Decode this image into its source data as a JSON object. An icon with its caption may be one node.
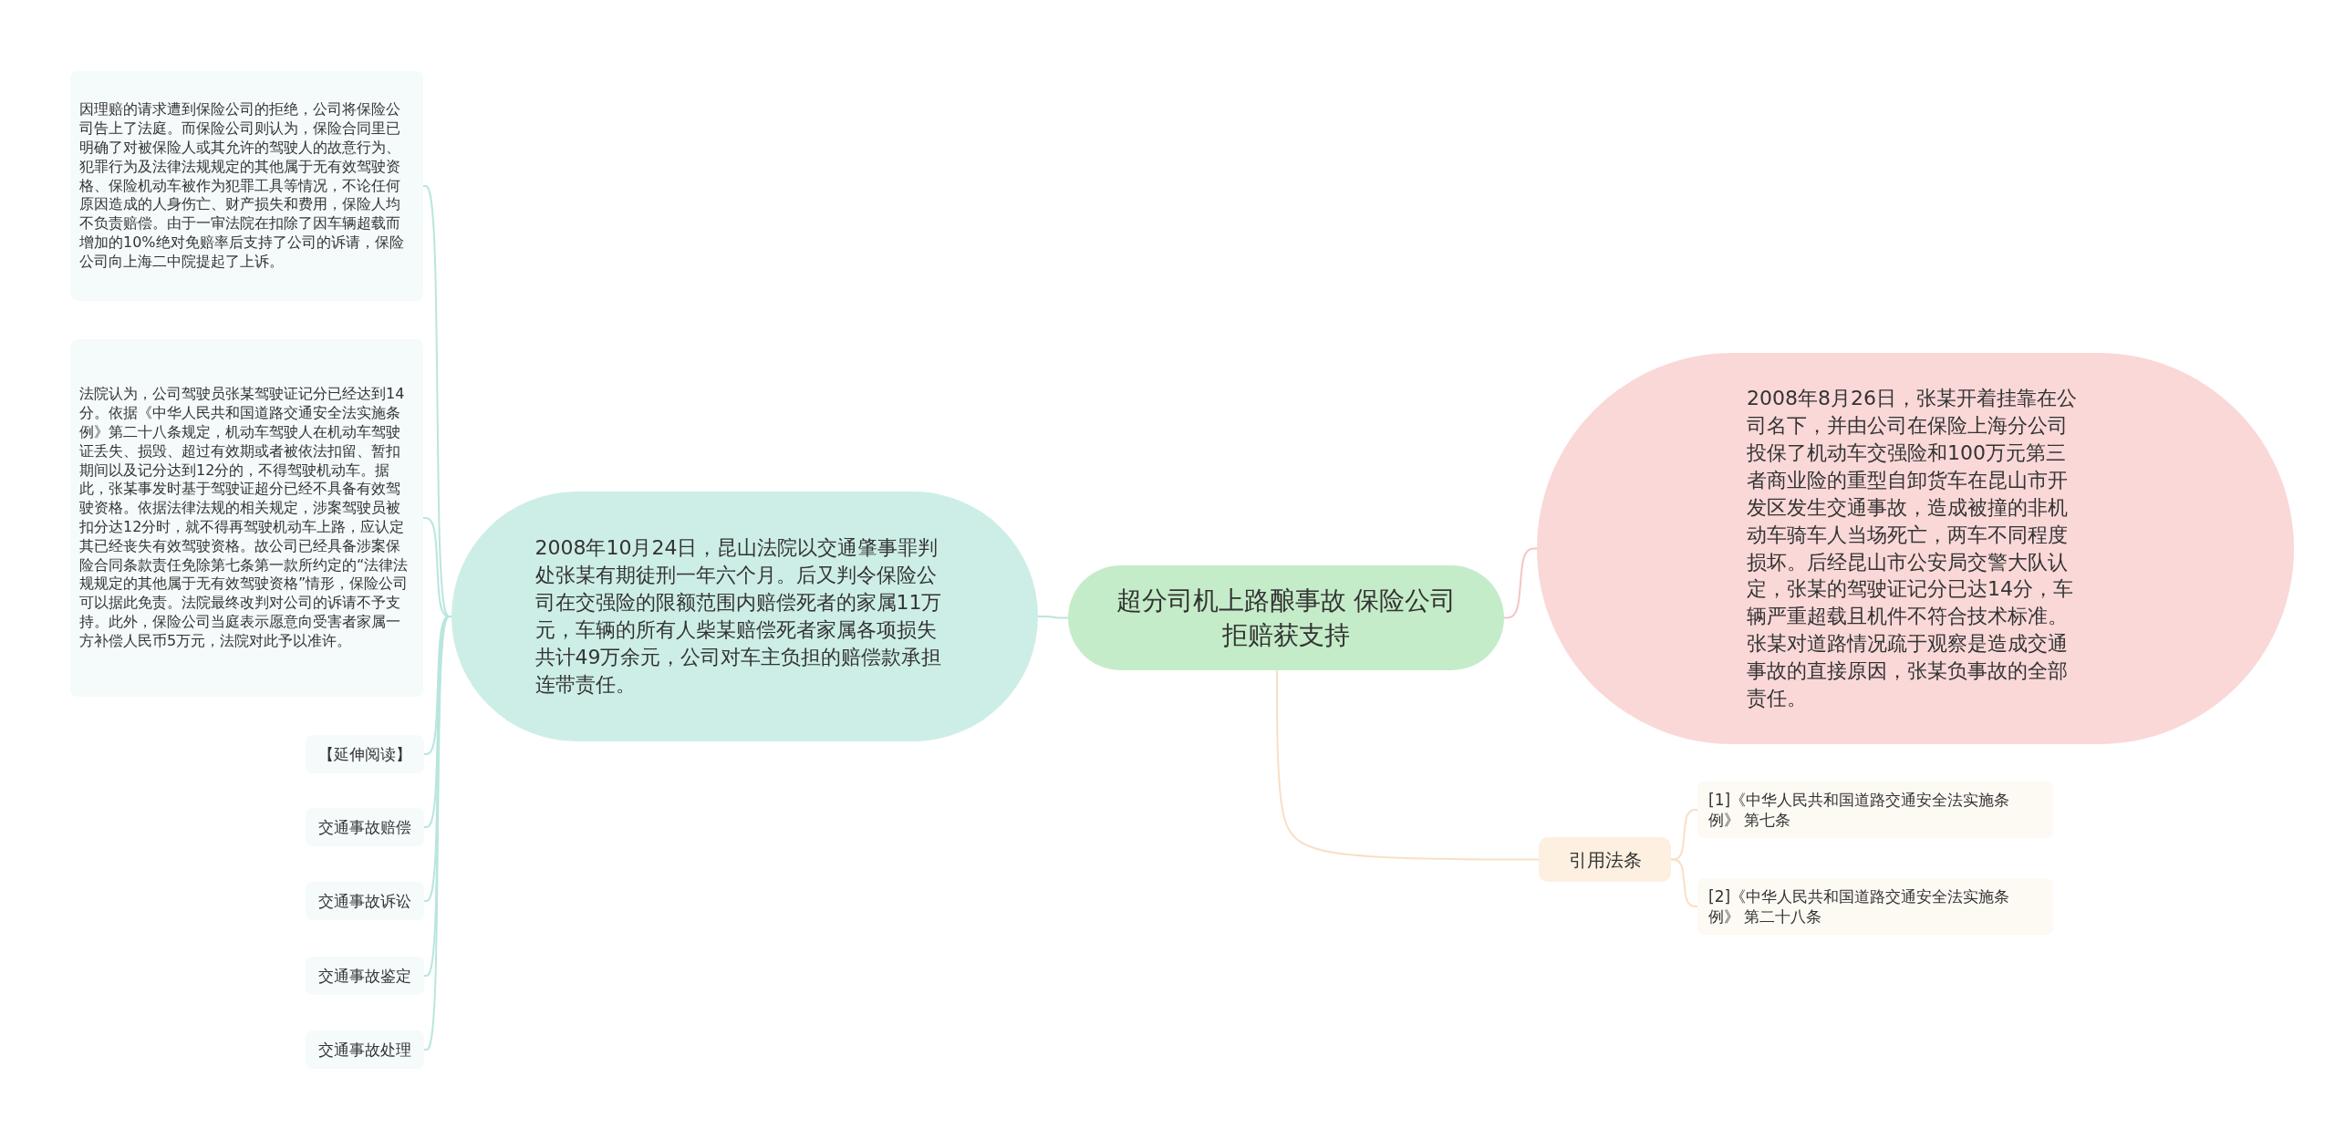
{
  "diagram": {
    "nodes": [
      {
        "text": [
          "超分司机上路酿事故 保险公司拒赔获支持"
        ]
      },
      {
        "text": [
          "2008年8月26日，张某开着挂靠在公司名下，并由公司在保险上海分公司投保了机动车交强险和100万元第三者商业险的重型自卸货车在昆山市开发区发生交通事故，造成被撞的非机动车骑车人当场死亡，两车不同程度损坏。后经昆山市公安局交警大队认定，张某的驾驶证记分已达14分，车辆严重超载且机件不符合技术标准。张某对道路情况疏于观察是造成交通事故的直接原因，张某负事故的全部责任。"
        ]
      },
      {
        "text": [
          "引用法条"
        ]
      },
      {
        "text": [
          "[1]《中华人民共和国道路交通安全法实施条例》 第七条"
        ]
      },
      {
        "text": [
          "[2]《中华人民共和国道路交通安全法实施条例》 第二十八条"
        ]
      },
      {
        "text": [
          "2008年10月24日，昆山法院以交通肇事罪判处张某有期徒刑一年六个月。后又判令保险公司在交强险的限额范围内赔偿死者的家属11万元，车辆的所有人柴某赔偿死者家属各项损失共计49万余元，公司对车主负担的赔偿款承担连带责任。"
        ]
      },
      {
        "text": [
          "因理赔的请求遭到保险公司的拒绝，公司将保险公司告上了法庭。而保险公司则认为，保险合同里已明确了对被保险人或其允许的驾驶人的故意行为、犯罪行为及法律法规规定的其他属于无有效驾驶资格、保险机动车被作为犯罪工具等情况，不论任何原因造成的人身伤亡、财产损失和费用，保险人均不负责赔偿。由于一审法院在扣除了因车辆超载而增加的10%绝对免赔率后支持了公司的诉请，保险公司向上海二中院提起了上诉。"
        ]
      },
      {
        "text": [
          "法院认为，公司驾驶员张某驾驶证记分已经达到14分。依据《中华人民共和国道路交通安全法实施条例》第二十八条规定，机动车驾驶人在机动车驾驶证丢失、损毁、超过有效期或者被依法扣留、暂扣期间以及记分达到12分的，不得驾驶机动车。据此，张某事发时基于驾驶证超分已经不具备有效驾驶资格。依据法律法规的相关规定，涉案驾驶员被扣分达12分时，就不得再驾驶机动车上路，应认定其已经丧失有效驾驶资格。故公司已经具备涉案保险合同条款责任免除第七条第一款所约定的“法律法规规定的其他属于无有效驾驶资格”情形，保险公司可以据此免责。法院最终改判对公司的诉请不予支持。此外，保险公司当庭表示愿意向受害者家属一方补偿人民币5万元，法院对此予以准许。"
        ]
      },
      {
        "text": [
          "【延伸阅读】"
        ]
      },
      {
        "text": [
          "交通事故赔偿"
        ]
      },
      {
        "text": [
          "交通事故诉讼"
        ]
      },
      {
        "text": [
          "交通事故鉴定"
        ]
      },
      {
        "text": [
          "交通事故处理"
        ]
      }
    ],
    "edges": [
      {
        "from": 0,
        "to": 1,
        "arrow": "none",
        "color": "#f5c4c4"
      },
      {
        "from": 0,
        "to": 2,
        "arrow": "none",
        "color": "#f8dfc6"
      },
      {
        "from": 2,
        "to": 3,
        "arrow": "none",
        "color": "#f8dfc6"
      },
      {
        "from": 2,
        "to": 4,
        "arrow": "none",
        "color": "#f8dfc6"
      },
      {
        "from": 0,
        "to": 5,
        "arrow": "none"
      },
      {
        "from": 5,
        "to": 6,
        "arrow": "none"
      },
      {
        "from": 5,
        "to": 7,
        "arrow": "none"
      },
      {
        "from": 5,
        "to": 8,
        "arrow": "none"
      },
      {
        "from": 5,
        "to": 9,
        "arrow": "none"
      },
      {
        "from": 5,
        "to": 10,
        "arrow": "none"
      },
      {
        "from": 5,
        "to": 11,
        "arrow": "none"
      },
      {
        "from": 5,
        "to": 12,
        "arrow": "none"
      }
    ]
  }
}
